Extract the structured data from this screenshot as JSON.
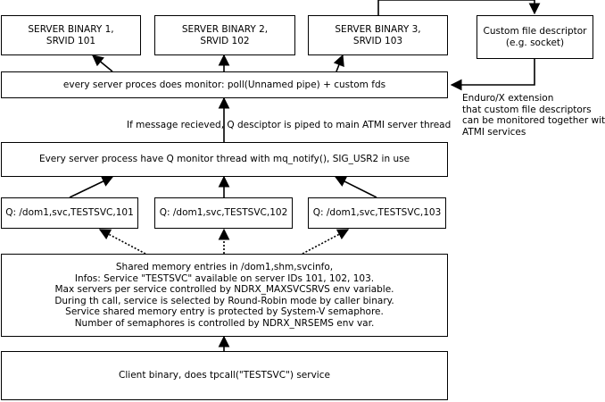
{
  "diagram": {
    "servers": [
      {
        "line1": "SERVER BINARY 1,",
        "line2": "SRVID 101"
      },
      {
        "line1": "SERVER BINARY 2,",
        "line2": "SRVID 102"
      },
      {
        "line1": "SERVER BINARY 3,",
        "line2": "SRVID 103"
      }
    ],
    "custom_fd": {
      "line1": "Custom file  descriptor",
      "line2": "(e.g. socket)"
    },
    "poll_box": "every server proces does monitor: poll(Unnamed pipe) + custom fds",
    "pipe_note": "If message recieved, Q desciptor is piped to main ATMI server thread",
    "extension_note": [
      "Enduro/X extension",
      "that custom file descriptors",
      "can be monitored together with",
      "ATMI services"
    ],
    "q_monitor_box": "Every server process have Q monitor thread with mq_notify(), SIG_USR2 in use",
    "queues": [
      "Q: /dom1,svc,TESTSVC,101",
      "Q: /dom1,svc,TESTSVC,102",
      "Q: /dom1,svc,TESTSVC,103"
    ],
    "shm_box": [
      "Shared memory entries in /dom1,shm,svcinfo,",
      "Infos: Service \"TESTSVC\" available on server IDs 101, 102, 103.",
      "Max servers per service controlled by NDRX_MAXSVCSRVS env variable.",
      "During th call, service is selected by Round-Robin mode by caller binary.",
      "Service shared memory entry is protected by System-V semaphore.",
      "Number of semaphores is controlled by NDRX_NRSEMS env var."
    ],
    "client_box": "Client binary, does tpcall(\"TESTSVC\") service"
  }
}
